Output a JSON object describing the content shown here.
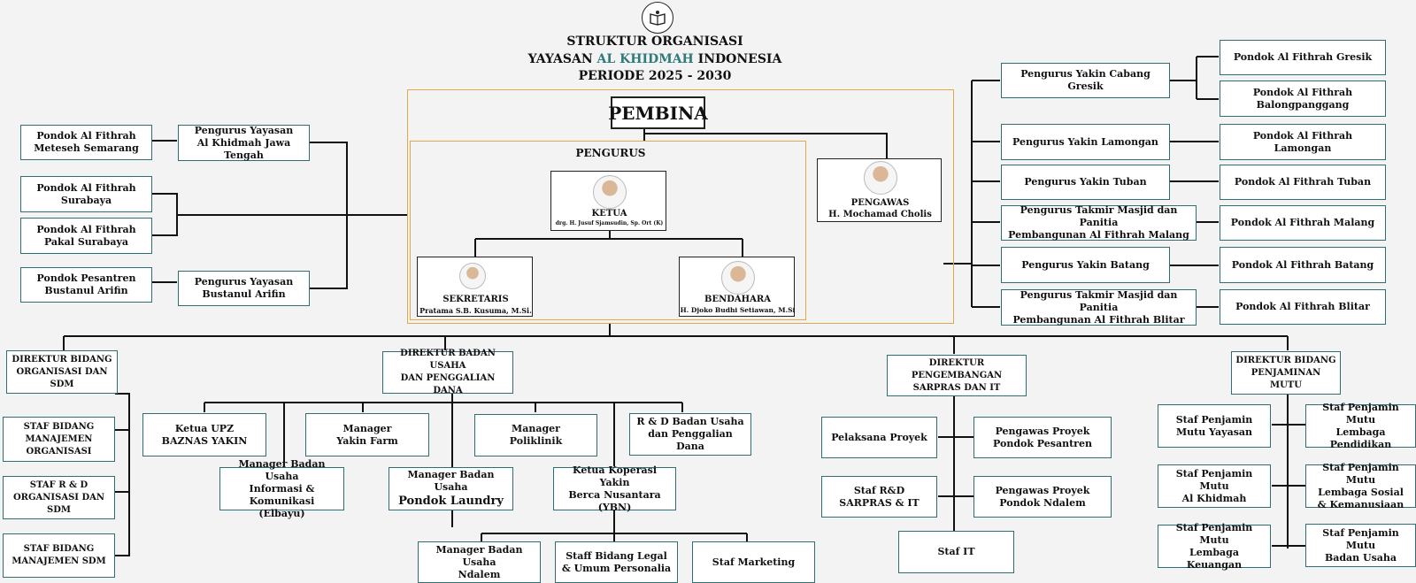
{
  "header": {
    "line1": "STRUKTUR ORGANISASI",
    "line2_pre": "YAYASAN ",
    "line2_accent": "AL KHIDMAH",
    "line2_post": " INDONESIA",
    "line3": "PERIODE 2025 - 2030",
    "logo_icon": "book-emblem-icon"
  },
  "center": {
    "pembina": "PEMBINA",
    "pengurus": "PENGURUS",
    "ketua_title": "KETUA",
    "ketua_name": "drg. H. Jusuf Sjamsudin, Sp. Ort (K)",
    "sekretaris_title": "SEKRETARIS",
    "sekretaris_name": "Pratama S.B. Kusuma, M.Si.",
    "bendahara_title": "BENDAHARA",
    "bendahara_name": "H. Djoko Budhi Setiawan, M.Si",
    "pengawas_title": "PENGAWAS",
    "pengawas_name": "H. Mochamad Cholis"
  },
  "left_units": [
    "Pondok Al Fithrah\nMeteseh Semarang",
    "Pengurus Yayasan\nAl Khidmah Jawa Tengah",
    "Pondok Al Fithrah\nSurabaya",
    "Pondok Al Fithrah\nPakal Surabaya",
    "Pondok Pesantren\nBustanul Arifin",
    "Pengurus Yayasan\nBustanul Arifin"
  ],
  "right_units": [
    "Pengurus Yakin Cabang Gresik",
    "Pondok Al Fithrah Gresik",
    "Pondok Al Fithrah\nBalongpanggang",
    "Pengurus Yakin Lamongan",
    "Pondok Al Fithrah Lamongan",
    "Pengurus Yakin Tuban",
    "Pondok Al Fithrah Tuban",
    "Pengurus Takmir Masjid dan Panitia\nPembangunan Al Fithrah Malang",
    "Pondok  Al Fithrah Malang",
    "Pengurus Yakin Batang",
    "Pondok Al Fithrah Batang",
    "Pengurus Takmir Masjid dan Panitia\nPembangunan Al Fithrah Blitar",
    "Pondok  Al Fithrah Blitar"
  ],
  "directors": [
    "DIREKTUR BIDANG\nORGANISASI DAN SDM",
    "DIREKTUR BADAN USAHA\nDAN PENGGALIAN DANA",
    "DIREKTUR PENGEMBANGAN\nSARPRAS DAN IT",
    "DIREKTUR BIDANG\nPENJAMINAN MUTU"
  ],
  "org_sdm": [
    "STAF BIDANG\nMANAJEMEN\nORGANISASI",
    "STAF R & D\nORGANISASI DAN SDM",
    "STAF BIDANG\nMANAJEMEN SDM"
  ],
  "badan_usaha": [
    "Ketua UPZ\nBAZNAS YAKIN",
    "Manager\nYakin Farm",
    "Manager\nPoliklinik",
    "R & D Badan Usaha\ndan Penggalian Dana",
    "Manager Badan Usaha\nInformasi & Komunikasi\n(Elbayu)",
    "Manager Badan Usaha",
    "Pondok Laundry",
    "Ketua Koperasi Yakin\nBerca Nusantara (YBN)",
    "Manager Badan Usaha\nNdalem",
    "Staff Bidang Legal\n& Umum Personalia",
    "Staf Marketing"
  ],
  "sarpras": [
    "Pelaksana Proyek",
    "Pengawas Proyek\nPondok Pesantren",
    "Staf R&D\nSARPRAS & IT",
    "Pengawas Proyek\nPondok Ndalem",
    "Staf IT"
  ],
  "mutu": [
    "Staf Penjamin\nMutu Yayasan",
    "Staf Penjamin Mutu\nLembaga Pendidikan",
    "Staf Penjamin Mutu\nAl Khidmah",
    "Staf Penjamin Mutu\nLembaga Sosial\n& Kemanusiaan",
    "Staf Penjamin Mutu\nLembaga Keuangan",
    "Staf Penjamin Mutu\nBadan Usaha"
  ],
  "colors": {
    "box_border": "#2e6f73",
    "frame_border": "#e4a84a",
    "accent": "#2f7a7a",
    "line": "#111111"
  }
}
